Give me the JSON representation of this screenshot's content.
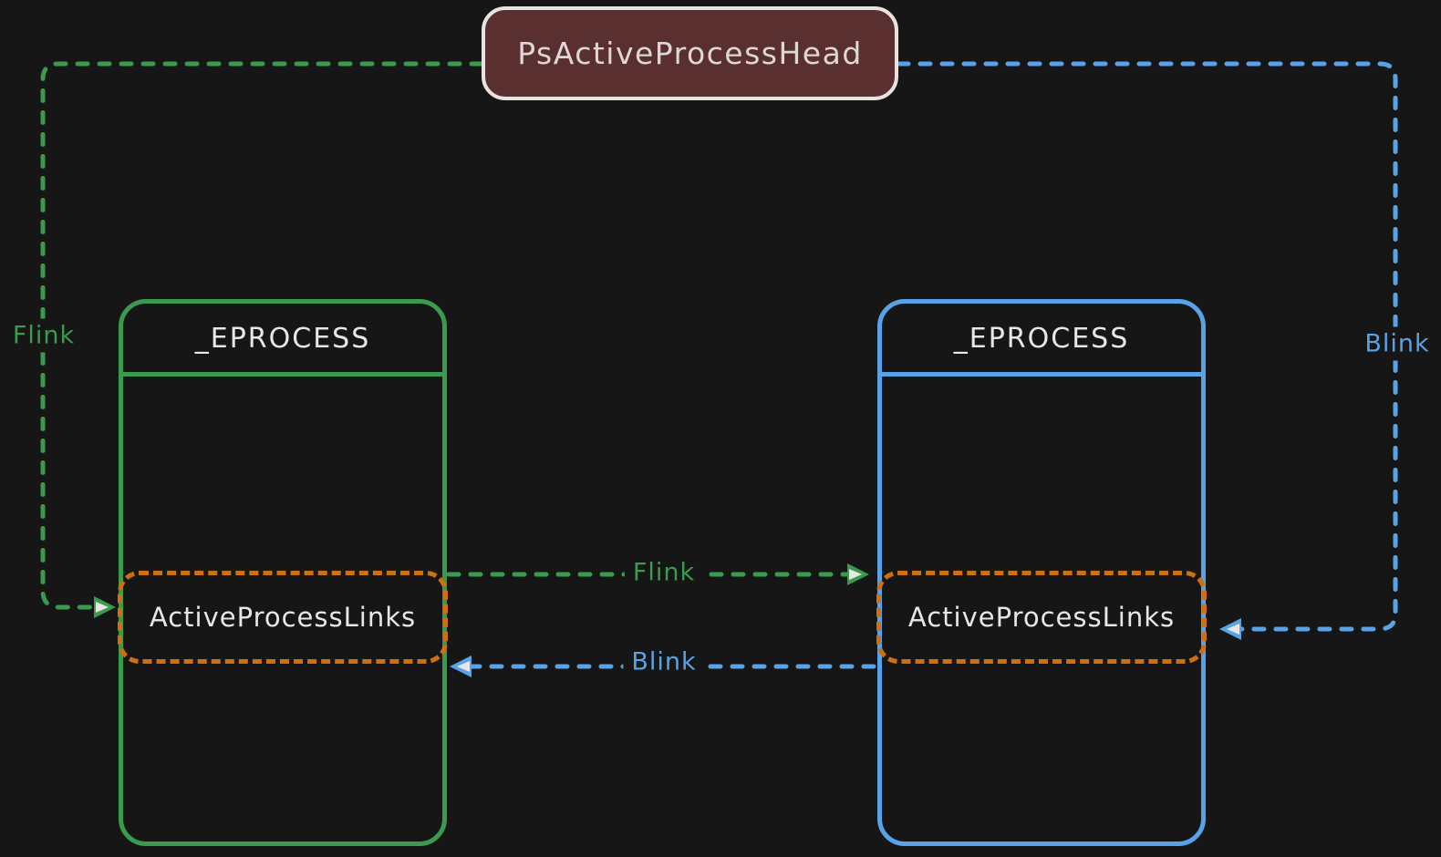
{
  "head_node": {
    "label": "PsActiveProcessHead",
    "fill_color": "#5a2f2f",
    "border_color": "#e7e3df"
  },
  "process_nodes": [
    {
      "title": "_EPROCESS",
      "accent_color": "#3a9a4d",
      "field": {
        "label": "ActiveProcessLinks",
        "border_color": "#cd700f",
        "border_style": "dashed"
      }
    },
    {
      "title": "_EPROCESS",
      "accent_color": "#58a3e8",
      "field": {
        "label": "ActiveProcessLinks",
        "border_color": "#cd700f",
        "border_style": "dashed"
      }
    }
  ],
  "edges": [
    {
      "id": "flink-head-to-left-links",
      "label": "Flink",
      "color": "#3a9a4d",
      "style": "dashed-arrow"
    },
    {
      "id": "flink-left-to-right-links",
      "label": "Flink",
      "color": "#3a9a4d",
      "style": "dashed-arrow"
    },
    {
      "id": "blink-head-to-right-links",
      "label": "Blink",
      "color": "#58a3e8",
      "style": "dashed-arrow"
    },
    {
      "id": "blink-right-to-left-links",
      "label": "Blink",
      "color": "#58a3e8",
      "style": "dashed-arrow"
    }
  ],
  "colors": {
    "background": "#161616",
    "text": "#e9e7e4"
  }
}
